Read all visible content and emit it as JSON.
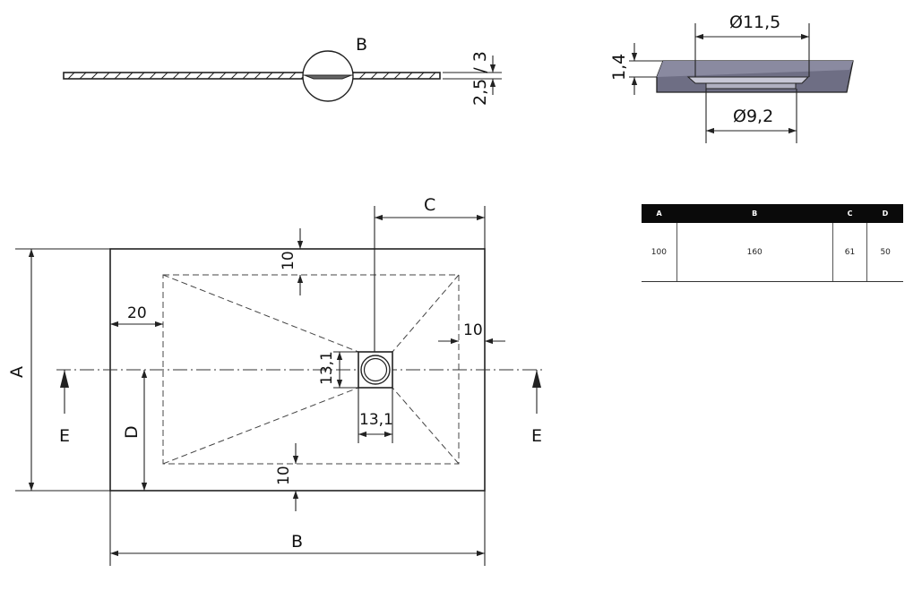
{
  "profile_view": {
    "detail_callout": "B",
    "thickness_label": "2,5 / 3"
  },
  "drain_detail": {
    "top_diameter": "Ø11,5",
    "bottom_diameter": "Ø9,2",
    "depth": "1,4"
  },
  "plan_view": {
    "width_label": "A",
    "length_label": "B",
    "drain_offset_label": "C",
    "drain_side_label": "D",
    "section_label_left": "E",
    "section_label_right": "E",
    "top_margin": "10",
    "bottom_margin": "10",
    "left_margin": "20",
    "right_margin": "10",
    "drain_width": "13,1",
    "drain_height": "13,1"
  },
  "table": {
    "headers": [
      "A",
      "B",
      "C",
      "D"
    ],
    "row": [
      "100",
      "160",
      "61",
      "50"
    ]
  },
  "colors": {
    "line": "#222222",
    "drain_fill_dark": "#6a6a7e",
    "drain_fill_light": "#b8b8c8",
    "table_header": "#0a0a0a"
  }
}
